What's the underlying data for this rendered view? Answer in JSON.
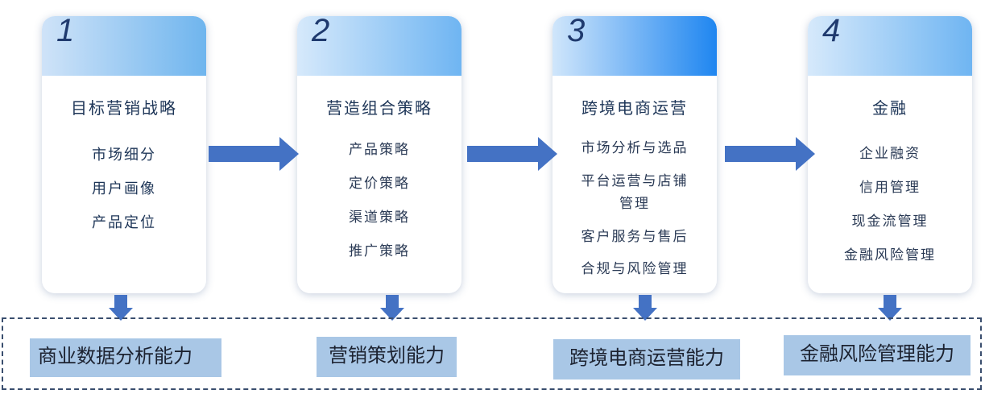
{
  "stages": [
    {
      "number": "1",
      "title": "目标营销战略",
      "items": [
        "市场细分",
        "用户画像",
        "产品定位"
      ]
    },
    {
      "number": "2",
      "title": "营造组合策略",
      "items": [
        "产品策略",
        "定价策略",
        "渠道策略",
        "推广策略"
      ]
    },
    {
      "number": "3",
      "title": "跨境电商运营",
      "items": [
        "市场分析与选品",
        "平台运营与店铺管理",
        "客户服务与售后",
        "合规与风险管理"
      ]
    },
    {
      "number": "4",
      "title": "金融",
      "items": [
        "企业融资",
        "信用管理",
        "现金流管理",
        "金融风险管理"
      ]
    }
  ],
  "abilities": [
    "商业数据分析能力",
    "营销策划能力",
    "跨境电商运营能力",
    "金融风险管理能力"
  ],
  "colors": {
    "arrow": "#4472c4",
    "ability_box": "#a9c7e6",
    "frame": "#3a4e6e",
    "header_gradients": [
      [
        "#cfe3f8",
        "#6fb5ee"
      ],
      [
        "#d6e9fb",
        "#6fb5f2"
      ],
      [
        "#d0e6fb",
        "#1f86f0"
      ],
      [
        "#d6e9fb",
        "#6fb5f2"
      ]
    ]
  }
}
